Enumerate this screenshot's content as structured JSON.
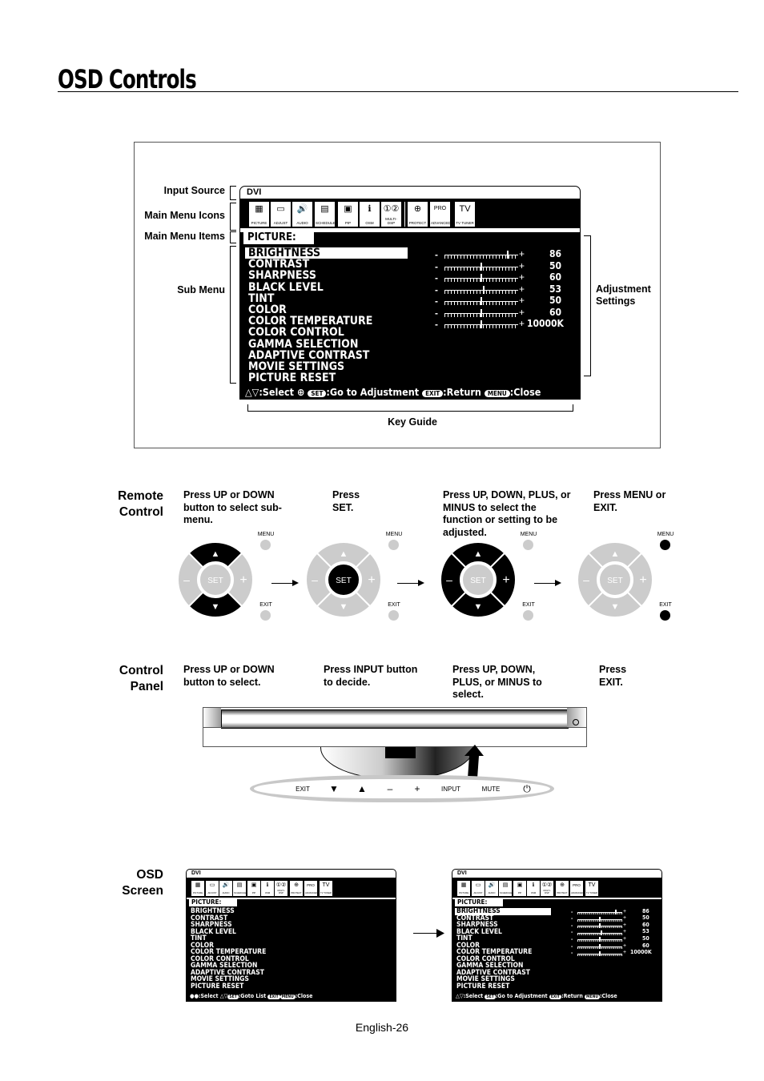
{
  "page": {
    "title": "OSD Controls",
    "footer": "English-26"
  },
  "diagram": {
    "labels": {
      "input_source": "Input Source",
      "main_menu_icons": "Main Menu Icons",
      "main_menu_items": "Main Menu Items",
      "sub_menu": "Sub Menu",
      "adjustment_settings": "Adjustment Settings",
      "key_guide": "Key Guide"
    },
    "osd": {
      "input": "DVI",
      "icons": [
        {
          "name": "picture-icon",
          "caption": "PICTURE",
          "glyph": "▦"
        },
        {
          "name": "adjust-icon",
          "caption": "ADJUST",
          "glyph": "▭"
        },
        {
          "name": "audio-icon",
          "caption": "AUDIO",
          "glyph": "🔊"
        },
        {
          "name": "schedule-icon",
          "caption": "SCHEDULE",
          "glyph": "▤"
        },
        {
          "name": "pip-icon",
          "caption": "PIP",
          "glyph": "▣"
        },
        {
          "name": "osm-icon",
          "caption": "OSM",
          "glyph": "ℹ"
        },
        {
          "name": "multi-dsp-icon",
          "caption": "MULTI-DSP",
          "glyph": "①②"
        },
        {
          "name": "protect-icon",
          "caption": "PROTECT",
          "glyph": "⊕"
        },
        {
          "name": "advanced-icon",
          "caption": "ADVANCED",
          "glyph": "PRO"
        },
        {
          "name": "tv-tuner-icon",
          "caption": "TV TUNER",
          "glyph": "TV"
        }
      ],
      "menu_title": "PICTURE:",
      "items": [
        "BRIGHTNESS",
        "CONTRAST",
        "SHARPNESS",
        "BLACK LEVEL",
        "TINT",
        "COLOR",
        "COLOR TEMPERATURE",
        "COLOR CONTROL",
        "GAMMA SELECTION",
        "ADAPTIVE CONTRAST",
        "MOVIE SETTINGS",
        "PICTURE RESET"
      ],
      "adjust_values": [
        "86",
        "50",
        "60",
        "53",
        "50",
        "60",
        "10000K"
      ],
      "adjust_levels": [
        0.86,
        0.5,
        0.5,
        0.53,
        0.5,
        0.5,
        0.5
      ],
      "keyguide": {
        "select": ":Select",
        "set_key": "SET",
        "go_adjust": ":Go to Adjustment",
        "exit_key": "EXIT",
        "return": ":Return",
        "menu_key": "MENU",
        "close": ":Close"
      }
    }
  },
  "remote": {
    "heading": "Remote Control",
    "steps": [
      "Press UP or DOWN button to select sub-menu.",
      "Press SET.",
      "Press UP, DOWN, PLUS, or MINUS to select  the function or setting to  be adjusted.",
      "Press MENU or EXIT."
    ],
    "menu_label": "MENU",
    "exit_label": "EXIT",
    "set_label": "SET"
  },
  "panel": {
    "heading": "Control Panel",
    "steps": [
      "Press UP or DOWN button to select.",
      "Press INPUT button to decide.",
      "Press UP, DOWN, PLUS, or MINUS to select.",
      "Press EXIT."
    ],
    "buttons": [
      "EXIT",
      "▼",
      "▲",
      "–",
      "+",
      "INPUT",
      "MUTE",
      "⏻"
    ]
  },
  "osd_screen": {
    "heading": "OSD Screen",
    "left_keyguide": ":Select ",
    "left_keyguide2": ":Goto List ",
    "left_keyguide3": ":Close",
    "left_set": "SET",
    "left_exit": "EXIT",
    "left_menu": "MENU",
    "right_keyguide": ":Select ",
    "right_keyguide2": ":Go to Adjustment ",
    "right_keyguide3": ":Return ",
    "right_keyguide4": ":Close"
  }
}
